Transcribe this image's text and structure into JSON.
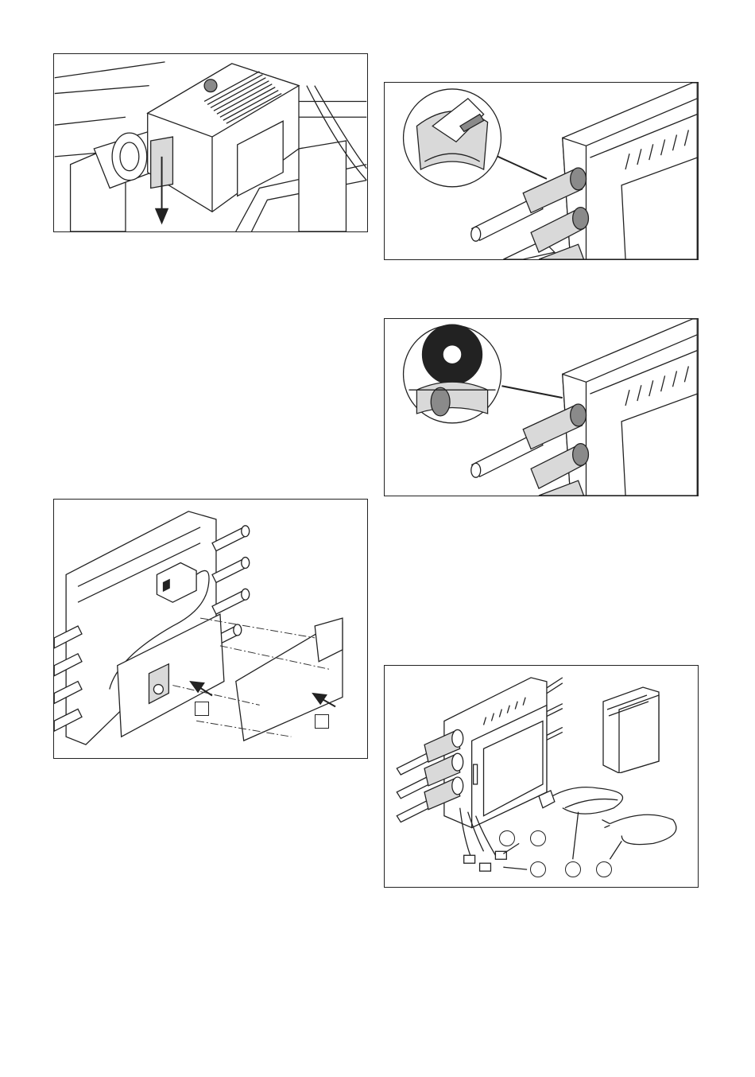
{
  "figures": [
    {
      "id": "fig-a",
      "icons": [
        "sensor-module-icon",
        "down-arrow-icon"
      ]
    },
    {
      "id": "fig-b",
      "icons": [
        "insulated-pipe-icon",
        "cutting-knife-detail-icon"
      ]
    },
    {
      "id": "fig-c",
      "icons": [
        "insulated-pipe-icon",
        "tape-roll-detail-icon"
      ]
    },
    {
      "id": "fig-d",
      "icons": [
        "insulation-shell-icon",
        "push-arrow-icon"
      ],
      "callouts": [
        "",
        ""
      ]
    },
    {
      "id": "fig-e",
      "icons": [
        "station-with-cables-icon",
        "controller-icon"
      ],
      "callouts": [
        "",
        "",
        "",
        "",
        ""
      ]
    }
  ],
  "colors": {
    "line": "#222222",
    "fill_light": "#d9d9d9",
    "fill_dark": "#8a8a8a",
    "paper": "#ffffff"
  }
}
